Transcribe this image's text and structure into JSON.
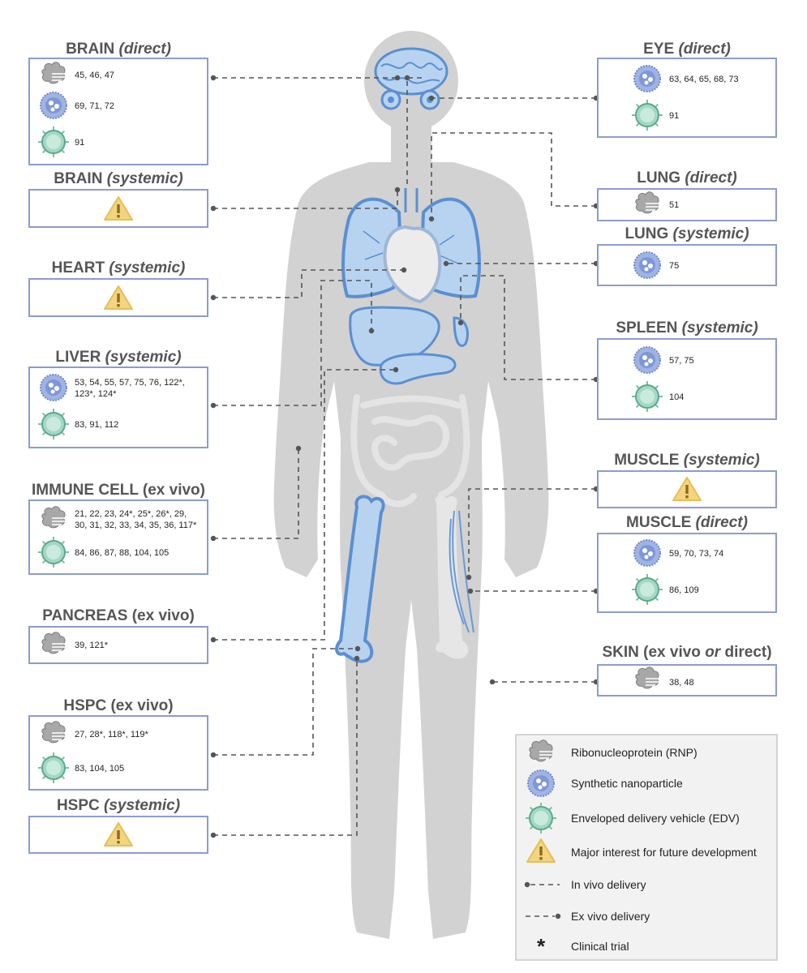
{
  "colors": {
    "box_border": "#8e9bd0",
    "nanoparticle": "#6f88c9",
    "edv": "#7bbfa6",
    "rnp": "#a8a8a8",
    "warning": "#f3d480",
    "organ": "#b7d3f0",
    "body": "#d2d2d2"
  },
  "panels": {
    "brain_direct": {
      "organ": "BRAIN",
      "route": "(direct)",
      "rows": [
        {
          "icon": "rnp-icon",
          "text": "45, 46, 47"
        },
        {
          "icon": "nanoparticle-icon",
          "text": "69, 71, 72"
        },
        {
          "icon": "edv-icon",
          "text": "91"
        }
      ]
    },
    "brain_systemic": {
      "organ": "BRAIN",
      "route": "(systemic)",
      "warning": true
    },
    "heart_systemic": {
      "organ": "HEART",
      "route": "(systemic)",
      "warning": true
    },
    "liver_systemic": {
      "organ": "LIVER",
      "route": "(systemic)",
      "rows": [
        {
          "icon": "nanoparticle-icon",
          "text": "53, 54, 55, 57, 75, 76, 122*,",
          "text2": "123*, 124*"
        },
        {
          "icon": "edv-icon",
          "text": "83, 91, 112"
        }
      ]
    },
    "immune_exvivo": {
      "organ": "IMMUNE CELL",
      "route": "(ex vivo)",
      "rows": [
        {
          "icon": "rnp-icon",
          "text": "21, 22, 23, 24*, 25*, 26*, 29,",
          "text2": "30, 31, 32, 33, 34, 35, 36, 117*"
        },
        {
          "icon": "edv-icon",
          "text": "84, 86, 87, 88, 104, 105"
        }
      ]
    },
    "pancreas_exvivo": {
      "organ": "PANCREAS",
      "route": "(ex vivo)",
      "rows": [
        {
          "icon": "rnp-icon",
          "text": "39, 121*"
        }
      ]
    },
    "hspc_exvivo": {
      "organ": "HSPC",
      "route": "(ex vivo)",
      "rows": [
        {
          "icon": "rnp-icon",
          "text": "27, 28*, 118*, 119*"
        },
        {
          "icon": "edv-icon",
          "text": "83, 104, 105"
        }
      ]
    },
    "hspc_systemic": {
      "organ": "HSPC",
      "route": "(systemic)",
      "warning": true
    },
    "eye_direct": {
      "organ": "EYE",
      "route": "(direct)",
      "rows": [
        {
          "icon": "nanoparticle-icon",
          "text": "63, 64, 65, 68, 73"
        },
        {
          "icon": "edv-icon",
          "text": "91"
        }
      ]
    },
    "lung_direct": {
      "organ": "LUNG",
      "route": "(direct)",
      "rows": [
        {
          "icon": "rnp-icon",
          "text": "51"
        }
      ]
    },
    "lung_systemic": {
      "organ": "LUNG",
      "route": "(systemic)",
      "rows": [
        {
          "icon": "nanoparticle-icon",
          "text": "75"
        }
      ]
    },
    "spleen_systemic": {
      "organ": "SPLEEN",
      "route": "(systemic)",
      "rows": [
        {
          "icon": "nanoparticle-icon",
          "text": "57, 75"
        },
        {
          "icon": "edv-icon",
          "text": "104"
        }
      ]
    },
    "muscle_systemic": {
      "organ": "MUSCLE",
      "route": "(systemic)",
      "warning": true
    },
    "muscle_direct": {
      "organ": "MUSCLE",
      "route": "(direct)",
      "rows": [
        {
          "icon": "nanoparticle-icon",
          "text": "59, 70, 73, 74"
        },
        {
          "icon": "edv-icon",
          "text": "86, 109"
        }
      ]
    },
    "skin": {
      "organ": "SKIN",
      "route": "(ex vivo",
      "route_or": "or",
      "route_end": "direct)",
      "rows": [
        {
          "icon": "rnp-icon",
          "text": "38, 48"
        }
      ]
    }
  },
  "legend": {
    "rnp": "Ribonucleoprotein (RNP)",
    "nanoparticle": "Synthetic nanoparticle",
    "edv": "Enveloped delivery vehicle (EDV)",
    "warning": "Major interest for future development",
    "in_vivo": "In vivo delivery",
    "ex_vivo": "Ex vivo delivery",
    "clinical_symbol": "*",
    "clinical": "Clinical trial"
  }
}
